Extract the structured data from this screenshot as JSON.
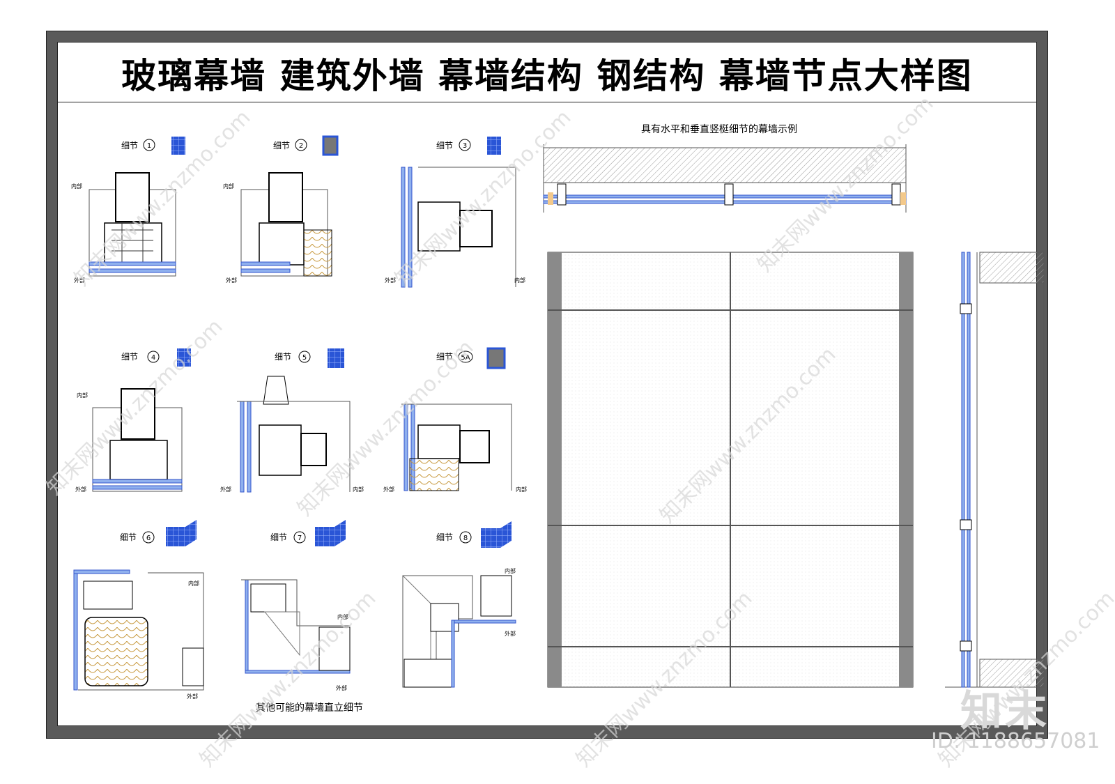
{
  "title": "玻璃幕墙  建筑外墙  幕墙结构  钢结构  幕墙节点大样图",
  "detail_prefix": "细节",
  "details": [
    {
      "num": "1"
    },
    {
      "num": "2"
    },
    {
      "num": "3"
    },
    {
      "num": "4"
    },
    {
      "num": "5"
    },
    {
      "num": "5A"
    },
    {
      "num": "6"
    },
    {
      "num": "7"
    },
    {
      "num": "8"
    }
  ],
  "labels": {
    "inside": "内部",
    "outside": "外部"
  },
  "right_top_caption": "具有水平和垂直竖梃细节的幕墙示例",
  "bottom_caption": "其他可能的幕墙直立细节",
  "watermark": "知末网www.znzmo.com",
  "logo": "知末",
  "id_text": "ID: 1188657081",
  "colors": {
    "frame": "#5a5a5a",
    "glass_blue": "#3355cc",
    "light_blue": "#8fb0ee",
    "insulation": "#e8c878"
  }
}
